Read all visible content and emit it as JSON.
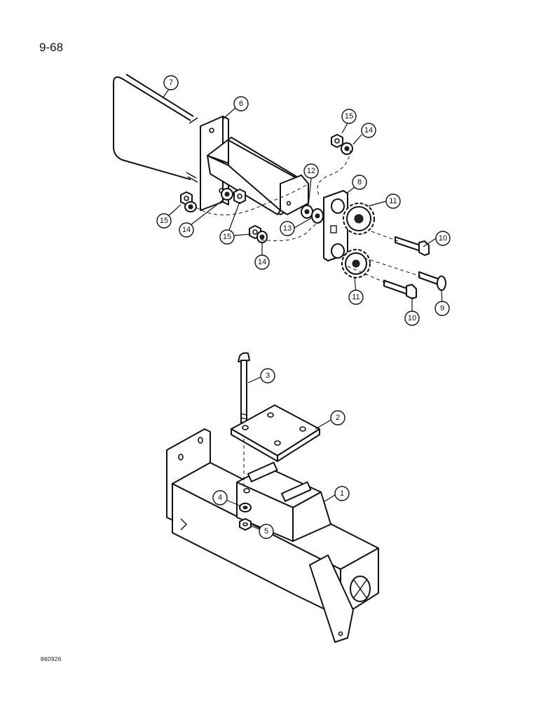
{
  "page": {
    "number": "9-68",
    "figure_id": "860926"
  },
  "callouts": {
    "c1": "1",
    "c2": "2",
    "c3": "3",
    "c4": "4",
    "c5": "5",
    "c6": "6",
    "c7": "7",
    "c8": "8",
    "c9": "9",
    "c10a": "10",
    "c10b": "10",
    "c11a": "11",
    "c11b": "11",
    "c12": "12",
    "c13": "13",
    "c14a": "14",
    "c14b": "14",
    "c14c": "14",
    "c15a": "15",
    "c15b": "15",
    "c15c": "15"
  }
}
